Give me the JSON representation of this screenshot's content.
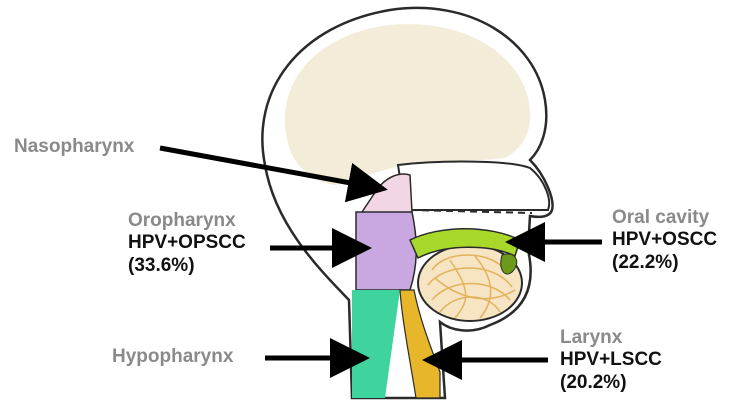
{
  "labels": {
    "nasopharynx": "Nasopharynx",
    "oropharynx": {
      "name": "Oropharynx",
      "type": "HPV+OPSCC",
      "pct": "(33.6%)"
    },
    "hypopharynx": "Hypopharynx",
    "oral_cavity": {
      "name": "Oral cavity",
      "type": "HPV+OSCC",
      "pct": "(22.2%)"
    },
    "larynx": {
      "name": "Larynx",
      "type": "HPV+LSCC",
      "pct": "(20.2%)"
    }
  },
  "colors": {
    "head_fill": "#ffffff",
    "brain": "#f3ecd8",
    "outline": "#2a2a2a",
    "nasopharynx": "#f2d6e6",
    "oropharynx": "#c9a8e2",
    "hypopharynx": "#3fd39e",
    "larynx": "#e8b62a",
    "oral_cavity": "#a8d82a",
    "tongue": "#f6e4c2",
    "tongue_lines": "#e2b25c",
    "arrow": "#000000",
    "gray_label": "#8a8a8a"
  }
}
